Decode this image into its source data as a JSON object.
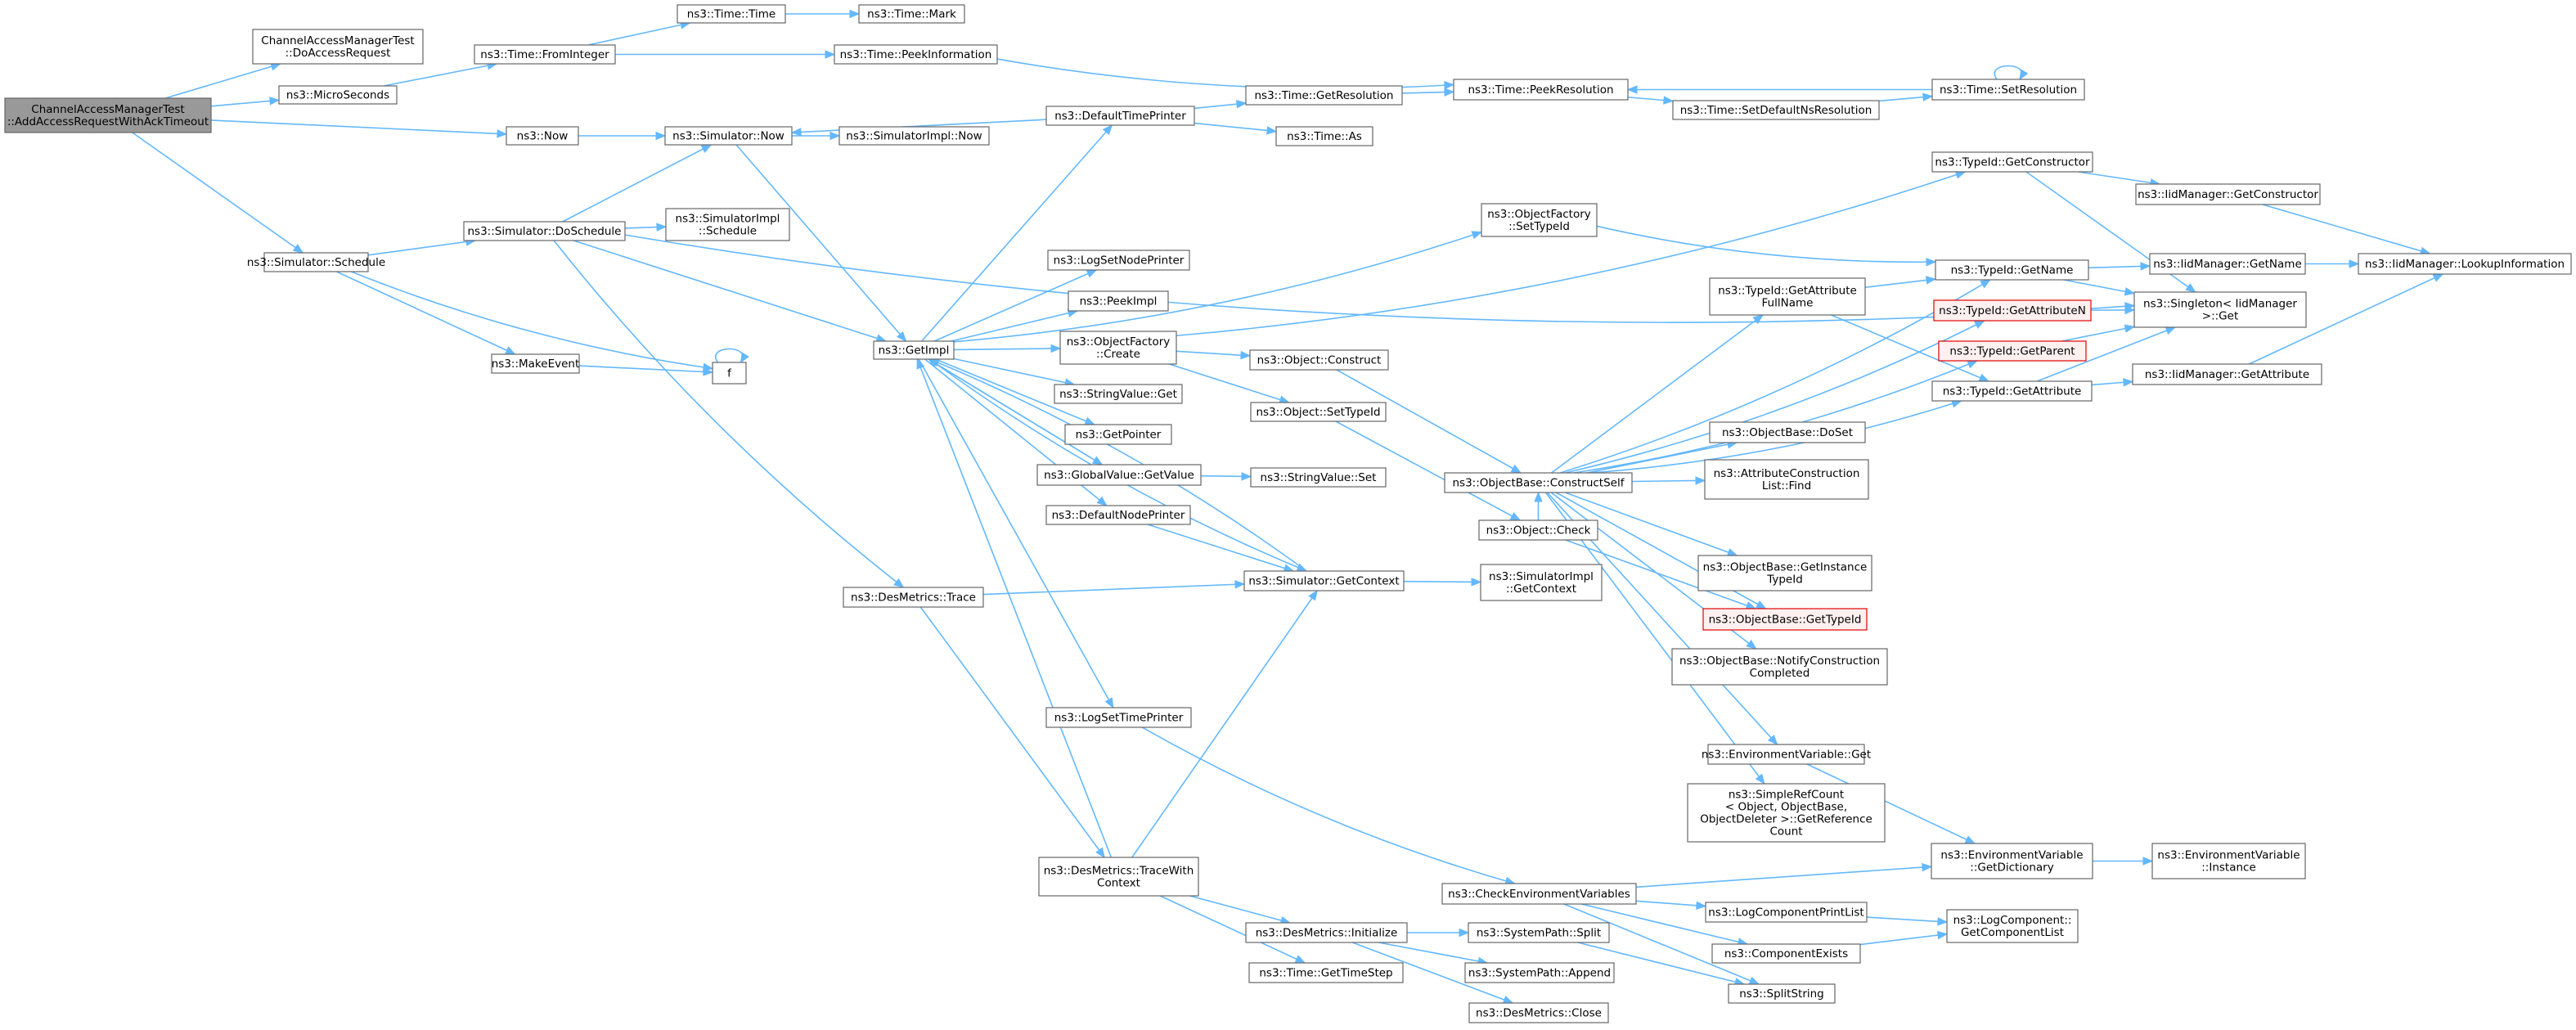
{
  "diagram": {
    "nodes": [
      {
        "id": "root",
        "lines": [
          "ChannelAccessManagerTest",
          "::AddAccessRequestWithAckTimeout"
        ],
        "style": "root"
      },
      {
        "id": "doaccess",
        "lines": [
          "ChannelAccessManagerTest",
          "::DoAccessRequest"
        ]
      },
      {
        "id": "microsec",
        "lines": [
          "ns3::MicroSeconds"
        ]
      },
      {
        "id": "now",
        "lines": [
          "ns3::Now"
        ]
      },
      {
        "id": "schedule",
        "lines": [
          "ns3::Simulator::Schedule"
        ]
      },
      {
        "id": "fromint",
        "lines": [
          "ns3::Time::FromInteger"
        ]
      },
      {
        "id": "timetime",
        "lines": [
          "ns3::Time::Time"
        ]
      },
      {
        "id": "timemark",
        "lines": [
          "ns3::Time::Mark"
        ]
      },
      {
        "id": "peekinfo",
        "lines": [
          "ns3::Time::PeekInformation"
        ]
      },
      {
        "id": "simnow",
        "lines": [
          "ns3::Simulator::Now"
        ]
      },
      {
        "id": "implnow",
        "lines": [
          "ns3::SimulatorImpl::Now"
        ]
      },
      {
        "id": "doschedule",
        "lines": [
          "ns3::Simulator::DoSchedule"
        ]
      },
      {
        "id": "implsched",
        "lines": [
          "ns3::SimulatorImpl",
          "::Schedule"
        ]
      },
      {
        "id": "makeevent",
        "lines": [
          "ns3::MakeEvent"
        ]
      },
      {
        "id": "f",
        "lines": [
          "f"
        ]
      },
      {
        "id": "getimpl",
        "lines": [
          "ns3::GetImpl"
        ]
      },
      {
        "id": "destrace",
        "lines": [
          "ns3::DesMetrics::Trace"
        ]
      },
      {
        "id": "deftp",
        "lines": [
          "ns3::DefaultTimePrinter"
        ]
      },
      {
        "id": "lognodep",
        "lines": [
          "ns3::LogSetNodePrinter"
        ]
      },
      {
        "id": "peekimpl",
        "lines": [
          "ns3::PeekImpl"
        ]
      },
      {
        "id": "ofcreate",
        "lines": [
          "ns3::ObjectFactory",
          "::Create"
        ]
      },
      {
        "id": "svget",
        "lines": [
          "ns3::StringValue::Get"
        ]
      },
      {
        "id": "getptr",
        "lines": [
          "ns3::GetPointer"
        ]
      },
      {
        "id": "gvget",
        "lines": [
          "ns3::GlobalValue::GetValue"
        ]
      },
      {
        "id": "defnp",
        "lines": [
          "ns3::DefaultNodePrinter"
        ]
      },
      {
        "id": "logtp",
        "lines": [
          "ns3::LogSetTimePrinter"
        ]
      },
      {
        "id": "tracewc",
        "lines": [
          "ns3::DesMetrics::TraceWith",
          "Context"
        ]
      },
      {
        "id": "getres",
        "lines": [
          "ns3::Time::GetResolution"
        ]
      },
      {
        "id": "timeas",
        "lines": [
          "ns3::Time::As"
        ]
      },
      {
        "id": "peekres",
        "lines": [
          "ns3::Time::PeekResolution"
        ]
      },
      {
        "id": "setdefns",
        "lines": [
          "ns3::Time::SetDefaultNsResolution"
        ]
      },
      {
        "id": "setres",
        "lines": [
          "ns3::Time::SetResolution"
        ]
      },
      {
        "id": "ofsettid",
        "lines": [
          "ns3::ObjectFactory",
          "::SetTypeId"
        ]
      },
      {
        "id": "objconstruct",
        "lines": [
          "ns3::Object::Construct"
        ]
      },
      {
        "id": "objsettid",
        "lines": [
          "ns3::Object::SetTypeId"
        ]
      },
      {
        "id": "svset",
        "lines": [
          "ns3::StringValue::Set"
        ]
      },
      {
        "id": "getctx",
        "lines": [
          "ns3::Simulator::GetContext"
        ]
      },
      {
        "id": "implgetctx",
        "lines": [
          "ns3::SimulatorImpl",
          "::GetContext"
        ]
      },
      {
        "id": "desinit",
        "lines": [
          "ns3::DesMetrics::Initialize"
        ]
      },
      {
        "id": "gettimestep",
        "lines": [
          "ns3::Time::GetTimeStep"
        ]
      },
      {
        "id": "constructself",
        "lines": [
          "ns3::ObjectBase::ConstructSelf"
        ]
      },
      {
        "id": "objcheck",
        "lines": [
          "ns3::Object::Check"
        ]
      },
      {
        "id": "checkenv",
        "lines": [
          "ns3::CheckEnvironmentVariables"
        ]
      },
      {
        "id": "spsplit",
        "lines": [
          "ns3::SystemPath::Split"
        ]
      },
      {
        "id": "spappend",
        "lines": [
          "ns3::SystemPath::Append"
        ]
      },
      {
        "id": "desclose",
        "lines": [
          "ns3::DesMetrics::Close"
        ]
      },
      {
        "id": "getctor",
        "lines": [
          "ns3::TypeId::GetConstructor"
        ]
      },
      {
        "id": "getname",
        "lines": [
          "ns3::TypeId::GetName"
        ]
      },
      {
        "id": "getattrn",
        "lines": [
          "ns3::TypeId::GetAttributeN"
        ],
        "style": "trunc"
      },
      {
        "id": "getparent",
        "lines": [
          "ns3::TypeId::GetParent"
        ],
        "style": "trunc"
      },
      {
        "id": "getattrfn",
        "lines": [
          "ns3::TypeId::GetAttribute",
          "FullName"
        ]
      },
      {
        "id": "getattr",
        "lines": [
          "ns3::TypeId::GetAttribute"
        ]
      },
      {
        "id": "obdoset",
        "lines": [
          "ns3::ObjectBase::DoSet"
        ]
      },
      {
        "id": "aclfind",
        "lines": [
          "ns3::AttributeConstruction",
          "List::Find"
        ]
      },
      {
        "id": "obgetitid",
        "lines": [
          "ns3::ObjectBase::GetInstance",
          "TypeId"
        ]
      },
      {
        "id": "obgettid",
        "lines": [
          "ns3::ObjectBase::GetTypeId"
        ],
        "style": "trunc"
      },
      {
        "id": "obnotify",
        "lines": [
          "ns3::ObjectBase::NotifyConstruction",
          "Completed"
        ]
      },
      {
        "id": "envget",
        "lines": [
          "ns3::EnvironmentVariable::Get"
        ]
      },
      {
        "id": "simpleref",
        "lines": [
          "ns3::SimpleRefCount",
          "< Object, ObjectBase,",
          "ObjectDeleter >::GetReference",
          "Count"
        ]
      },
      {
        "id": "lcpl",
        "lines": [
          "ns3::LogComponentPrintList"
        ]
      },
      {
        "id": "compexists",
        "lines": [
          "ns3::ComponentExists"
        ]
      },
      {
        "id": "splitstring",
        "lines": [
          "ns3::SplitString"
        ]
      },
      {
        "id": "envgetdict",
        "lines": [
          "ns3::EnvironmentVariable",
          "::GetDictionary"
        ]
      },
      {
        "id": "envinst",
        "lines": [
          "ns3::EnvironmentVariable",
          "::Instance"
        ]
      },
      {
        "id": "lcgetlist",
        "lines": [
          "ns3::LogComponent::",
          "GetComponentList"
        ]
      },
      {
        "id": "iidgetctor",
        "lines": [
          "ns3::IidManager::GetConstructor"
        ]
      },
      {
        "id": "iidgetname",
        "lines": [
          "ns3::IidManager::GetName"
        ]
      },
      {
        "id": "singleton",
        "lines": [
          "ns3::Singleton< IidManager",
          ">::Get"
        ]
      },
      {
        "id": "iidgetattr",
        "lines": [
          "ns3::IidManager::GetAttribute"
        ]
      },
      {
        "id": "iidlookup",
        "lines": [
          "ns3::IidManager::LookupInformation"
        ]
      }
    ],
    "edges": [
      [
        "root",
        "doaccess"
      ],
      [
        "root",
        "microsec"
      ],
      [
        "root",
        "now"
      ],
      [
        "root",
        "schedule"
      ],
      [
        "microsec",
        "fromint"
      ],
      [
        "fromint",
        "timetime"
      ],
      [
        "fromint",
        "peekinfo"
      ],
      [
        "timetime",
        "timemark"
      ],
      [
        "peekinfo",
        "peekres"
      ],
      [
        "now",
        "simnow"
      ],
      [
        "simnow",
        "implnow"
      ],
      [
        "simnow",
        "getimpl"
      ],
      [
        "schedule",
        "doschedule"
      ],
      [
        "schedule",
        "makeevent"
      ],
      [
        "schedule",
        "f"
      ],
      [
        "makeevent",
        "f"
      ],
      [
        "f",
        "f"
      ],
      [
        "doschedule",
        "simnow"
      ],
      [
        "doschedule",
        "implsched"
      ],
      [
        "doschedule",
        "getimpl"
      ],
      [
        "doschedule",
        "destrace"
      ],
      [
        "doschedule",
        "singleton"
      ],
      [
        "getimpl",
        "deftp"
      ],
      [
        "getimpl",
        "lognodep"
      ],
      [
        "getimpl",
        "peekimpl"
      ],
      [
        "getimpl",
        "ofcreate"
      ],
      [
        "getimpl",
        "svget"
      ],
      [
        "getimpl",
        "getptr"
      ],
      [
        "getimpl",
        "gvget"
      ],
      [
        "getimpl",
        "defnp"
      ],
      [
        "getimpl",
        "logtp"
      ],
      [
        "getimpl",
        "ofsettid"
      ],
      [
        "getimpl",
        "getctx"
      ],
      [
        "deftp",
        "simnow"
      ],
      [
        "deftp",
        "getres"
      ],
      [
        "deftp",
        "timeas"
      ],
      [
        "getres",
        "peekres"
      ],
      [
        "peekres",
        "setdefns"
      ],
      [
        "setdefns",
        "setres"
      ],
      [
        "setres",
        "peekres"
      ],
      [
        "setres",
        "setres"
      ],
      [
        "ofcreate",
        "getctor"
      ],
      [
        "ofcreate",
        "objconstruct"
      ],
      [
        "ofcreate",
        "objsettid"
      ],
      [
        "objconstruct",
        "constructself"
      ],
      [
        "objsettid",
        "objcheck"
      ],
      [
        "objcheck",
        "constructself"
      ],
      [
        "objcheck",
        "obgettid"
      ],
      [
        "gvget",
        "svset"
      ],
      [
        "gvget",
        "getimpl"
      ],
      [
        "defnp",
        "getctx"
      ],
      [
        "getctx",
        "getimpl"
      ],
      [
        "getctx",
        "implgetctx"
      ],
      [
        "logtp",
        "checkenv"
      ],
      [
        "destrace",
        "getctx"
      ],
      [
        "destrace",
        "tracewc"
      ],
      [
        "tracewc",
        "getimpl"
      ],
      [
        "tracewc",
        "getctx"
      ],
      [
        "tracewc",
        "desinit"
      ],
      [
        "tracewc",
        "gettimestep"
      ],
      [
        "desinit",
        "spsplit"
      ],
      [
        "desinit",
        "spappend"
      ],
      [
        "desinit",
        "desclose"
      ],
      [
        "ofsettid",
        "getname"
      ],
      [
        "constructself",
        "getname"
      ],
      [
        "constructself",
        "getattrn"
      ],
      [
        "constructself",
        "getparent"
      ],
      [
        "constructself",
        "getattrfn"
      ],
      [
        "constructself",
        "getattr"
      ],
      [
        "constructself",
        "obdoset"
      ],
      [
        "constructself",
        "aclfind"
      ],
      [
        "constructself",
        "obgetitid"
      ],
      [
        "constructself",
        "obgettid"
      ],
      [
        "constructself",
        "obnotify"
      ],
      [
        "constructself",
        "envget"
      ],
      [
        "constructself",
        "simpleref"
      ],
      [
        "getattrfn",
        "getname"
      ],
      [
        "getattrfn",
        "getattr"
      ],
      [
        "getctor",
        "iidgetctor"
      ],
      [
        "getctor",
        "singleton"
      ],
      [
        "getname",
        "iidgetname"
      ],
      [
        "getname",
        "singleton"
      ],
      [
        "getattrn",
        "singleton"
      ],
      [
        "getparent",
        "singleton"
      ],
      [
        "getattr",
        "singleton"
      ],
      [
        "getattr",
        "iidgetattr"
      ],
      [
        "iidgetctor",
        "iidlookup"
      ],
      [
        "iidgetname",
        "iidlookup"
      ],
      [
        "iidgetattr",
        "iidlookup"
      ],
      [
        "checkenv",
        "envgetdict"
      ],
      [
        "checkenv",
        "lcpl"
      ],
      [
        "checkenv",
        "compexists"
      ],
      [
        "checkenv",
        "splitstring"
      ],
      [
        "envget",
        "envgetdict"
      ],
      [
        "envgetdict",
        "envinst"
      ],
      [
        "lcpl",
        "lcgetlist"
      ],
      [
        "compexists",
        "lcgetlist"
      ],
      [
        "spsplit",
        "splitstring"
      ]
    ]
  }
}
